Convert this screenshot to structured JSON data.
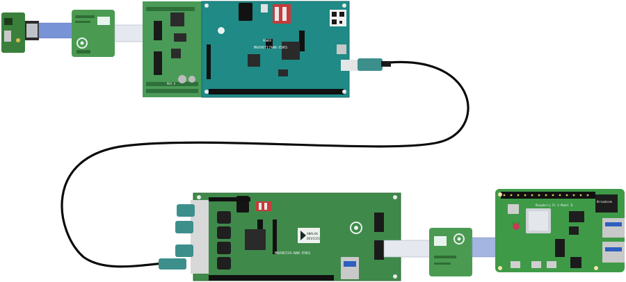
{
  "colors": {
    "background": "#ffffff",
    "pcb_green": "#3f8a4a",
    "pcb_teal": "#1f8a86",
    "cable": "#0b0b0b",
    "fakra_connector": "#3d8f8c",
    "ffc_ribbon": "#d9dde8"
  },
  "labels": {
    "top_board_name": "MAX96717AAK-EVKS",
    "top_board_rev": "REV A",
    "top_board_power": "POWER",
    "bottom_board_name": "MAX96724-BAK-EVKS",
    "bottom_board_brand_line1": "ANALOG",
    "bottom_board_brand_line2": "DEVICES",
    "raspberry_pi_name": "Raspberry Pi 4 Model B",
    "raspberry_pi_chip": "Broadcom"
  }
}
